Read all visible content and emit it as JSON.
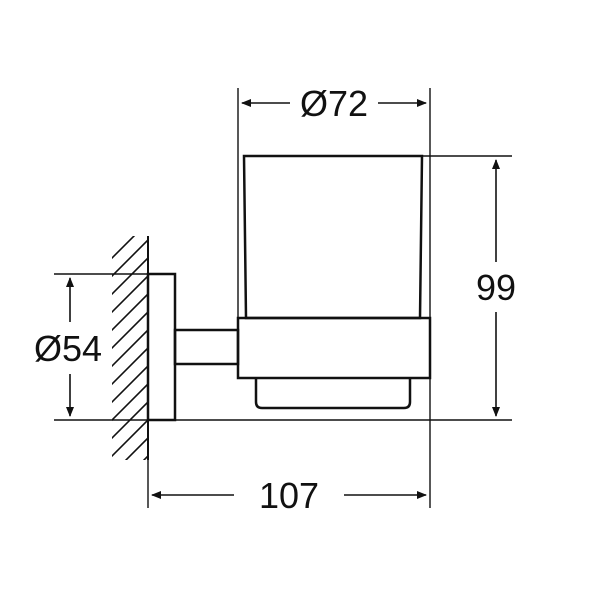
{
  "dimensions": {
    "cup_diameter": "Ø72",
    "total_height": "99",
    "wall_plate_diameter": "Ø54",
    "depth": "107"
  },
  "colors": {
    "line": "#111111",
    "background": "#ffffff"
  }
}
